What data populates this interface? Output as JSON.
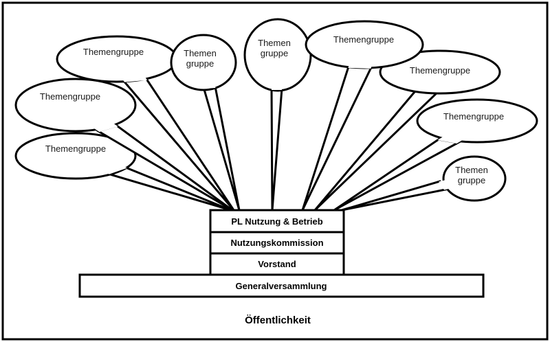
{
  "diagram": {
    "bubbles": [
      {
        "id": "tg-top-left",
        "lines": [
          "Themengruppe"
        ]
      },
      {
        "id": "tg-small-left",
        "lines": [
          "Themen",
          "gruppe"
        ]
      },
      {
        "id": "tg-mid-left",
        "lines": [
          "Themengruppe"
        ]
      },
      {
        "id": "tg-bottom-left",
        "lines": [
          "Themengruppe"
        ]
      },
      {
        "id": "tg-center",
        "lines": [
          "Themen",
          "gruppe"
        ]
      },
      {
        "id": "tg-top-right",
        "lines": [
          "Themengruppe"
        ]
      },
      {
        "id": "tg-right",
        "lines": [
          "Themengruppe"
        ]
      },
      {
        "id": "tg-right-lower",
        "lines": [
          "Themengruppe"
        ]
      },
      {
        "id": "tg-bottom-right",
        "lines": [
          "Themen",
          "gruppe"
        ]
      }
    ],
    "stack": [
      {
        "label": "PL Nutzung & Betrieb"
      },
      {
        "label": "Nutzungskommission"
      },
      {
        "label": "Vorstand"
      }
    ],
    "base": {
      "label": "Generalversammlung"
    },
    "footer": {
      "label": "Öffentlichkeit"
    },
    "colors": {
      "stroke": "#000000",
      "fill": "#ffffff",
      "text": "#1a1a1a"
    }
  }
}
